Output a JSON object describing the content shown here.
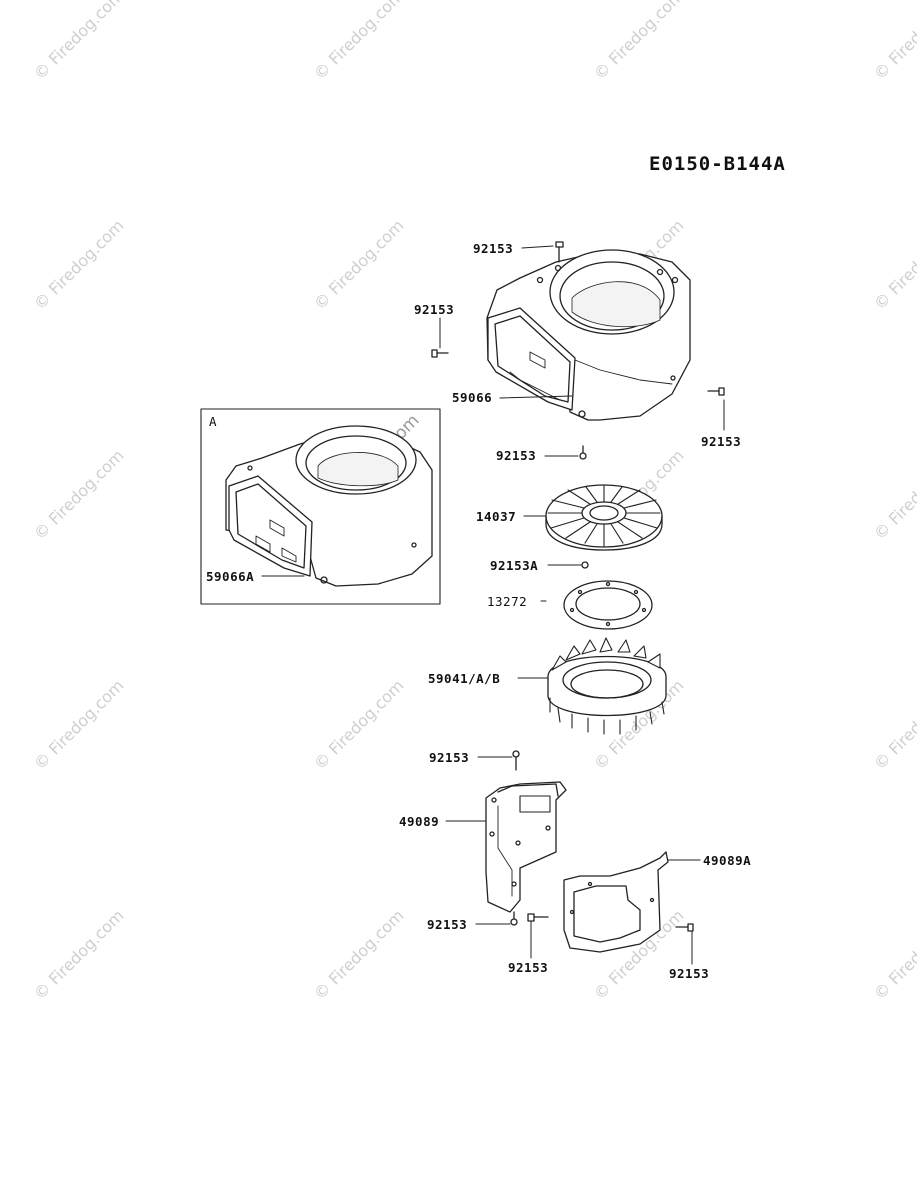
{
  "diagram": {
    "id_code": "E0150-B144A",
    "inset_label": "A",
    "watermark": "© Firedog.com"
  },
  "labels": {
    "p92153_top": "92153",
    "p92153_left": "92153",
    "p59066": "59066",
    "p92153_right": "92153",
    "p92153_mid": "92153",
    "p14037": "14037",
    "p92153A": "92153A",
    "p13272": "13272",
    "p59041": "59041/A/B",
    "p59066A": "59066A",
    "p92153_guard_top": "92153",
    "p49089": "49089",
    "p49089A": "49089A",
    "p92153_guard_bl": "92153",
    "p92153_guard_bm": "92153",
    "p92153_guard_br": "92153"
  }
}
